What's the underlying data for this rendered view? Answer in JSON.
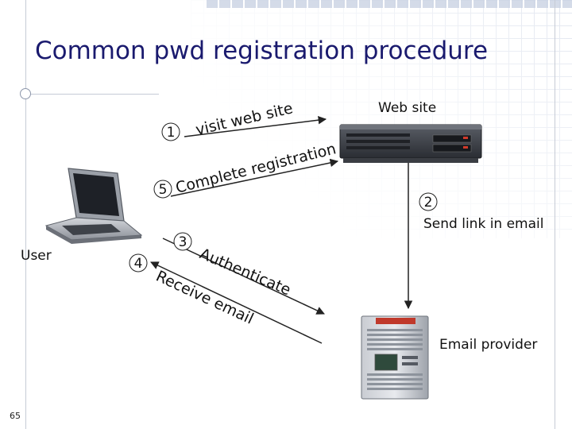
{
  "slide": {
    "title": "Common pwd registration procedure",
    "page_number": "65"
  },
  "actors": {
    "user": "User",
    "web_site": "Web site",
    "email_provider": "Email provider"
  },
  "steps": [
    {
      "number": "1",
      "label": "visit web site"
    },
    {
      "number": "2",
      "label": "Send link in email"
    },
    {
      "number": "3",
      "label": "Authenticate"
    },
    {
      "number": "4",
      "label": "Receive email"
    },
    {
      "number": "5",
      "label": "Complete registration"
    }
  ],
  "icons": {
    "user_device": "laptop-icon",
    "web_site": "server-icon",
    "email_provider": "tower-server-icon"
  }
}
